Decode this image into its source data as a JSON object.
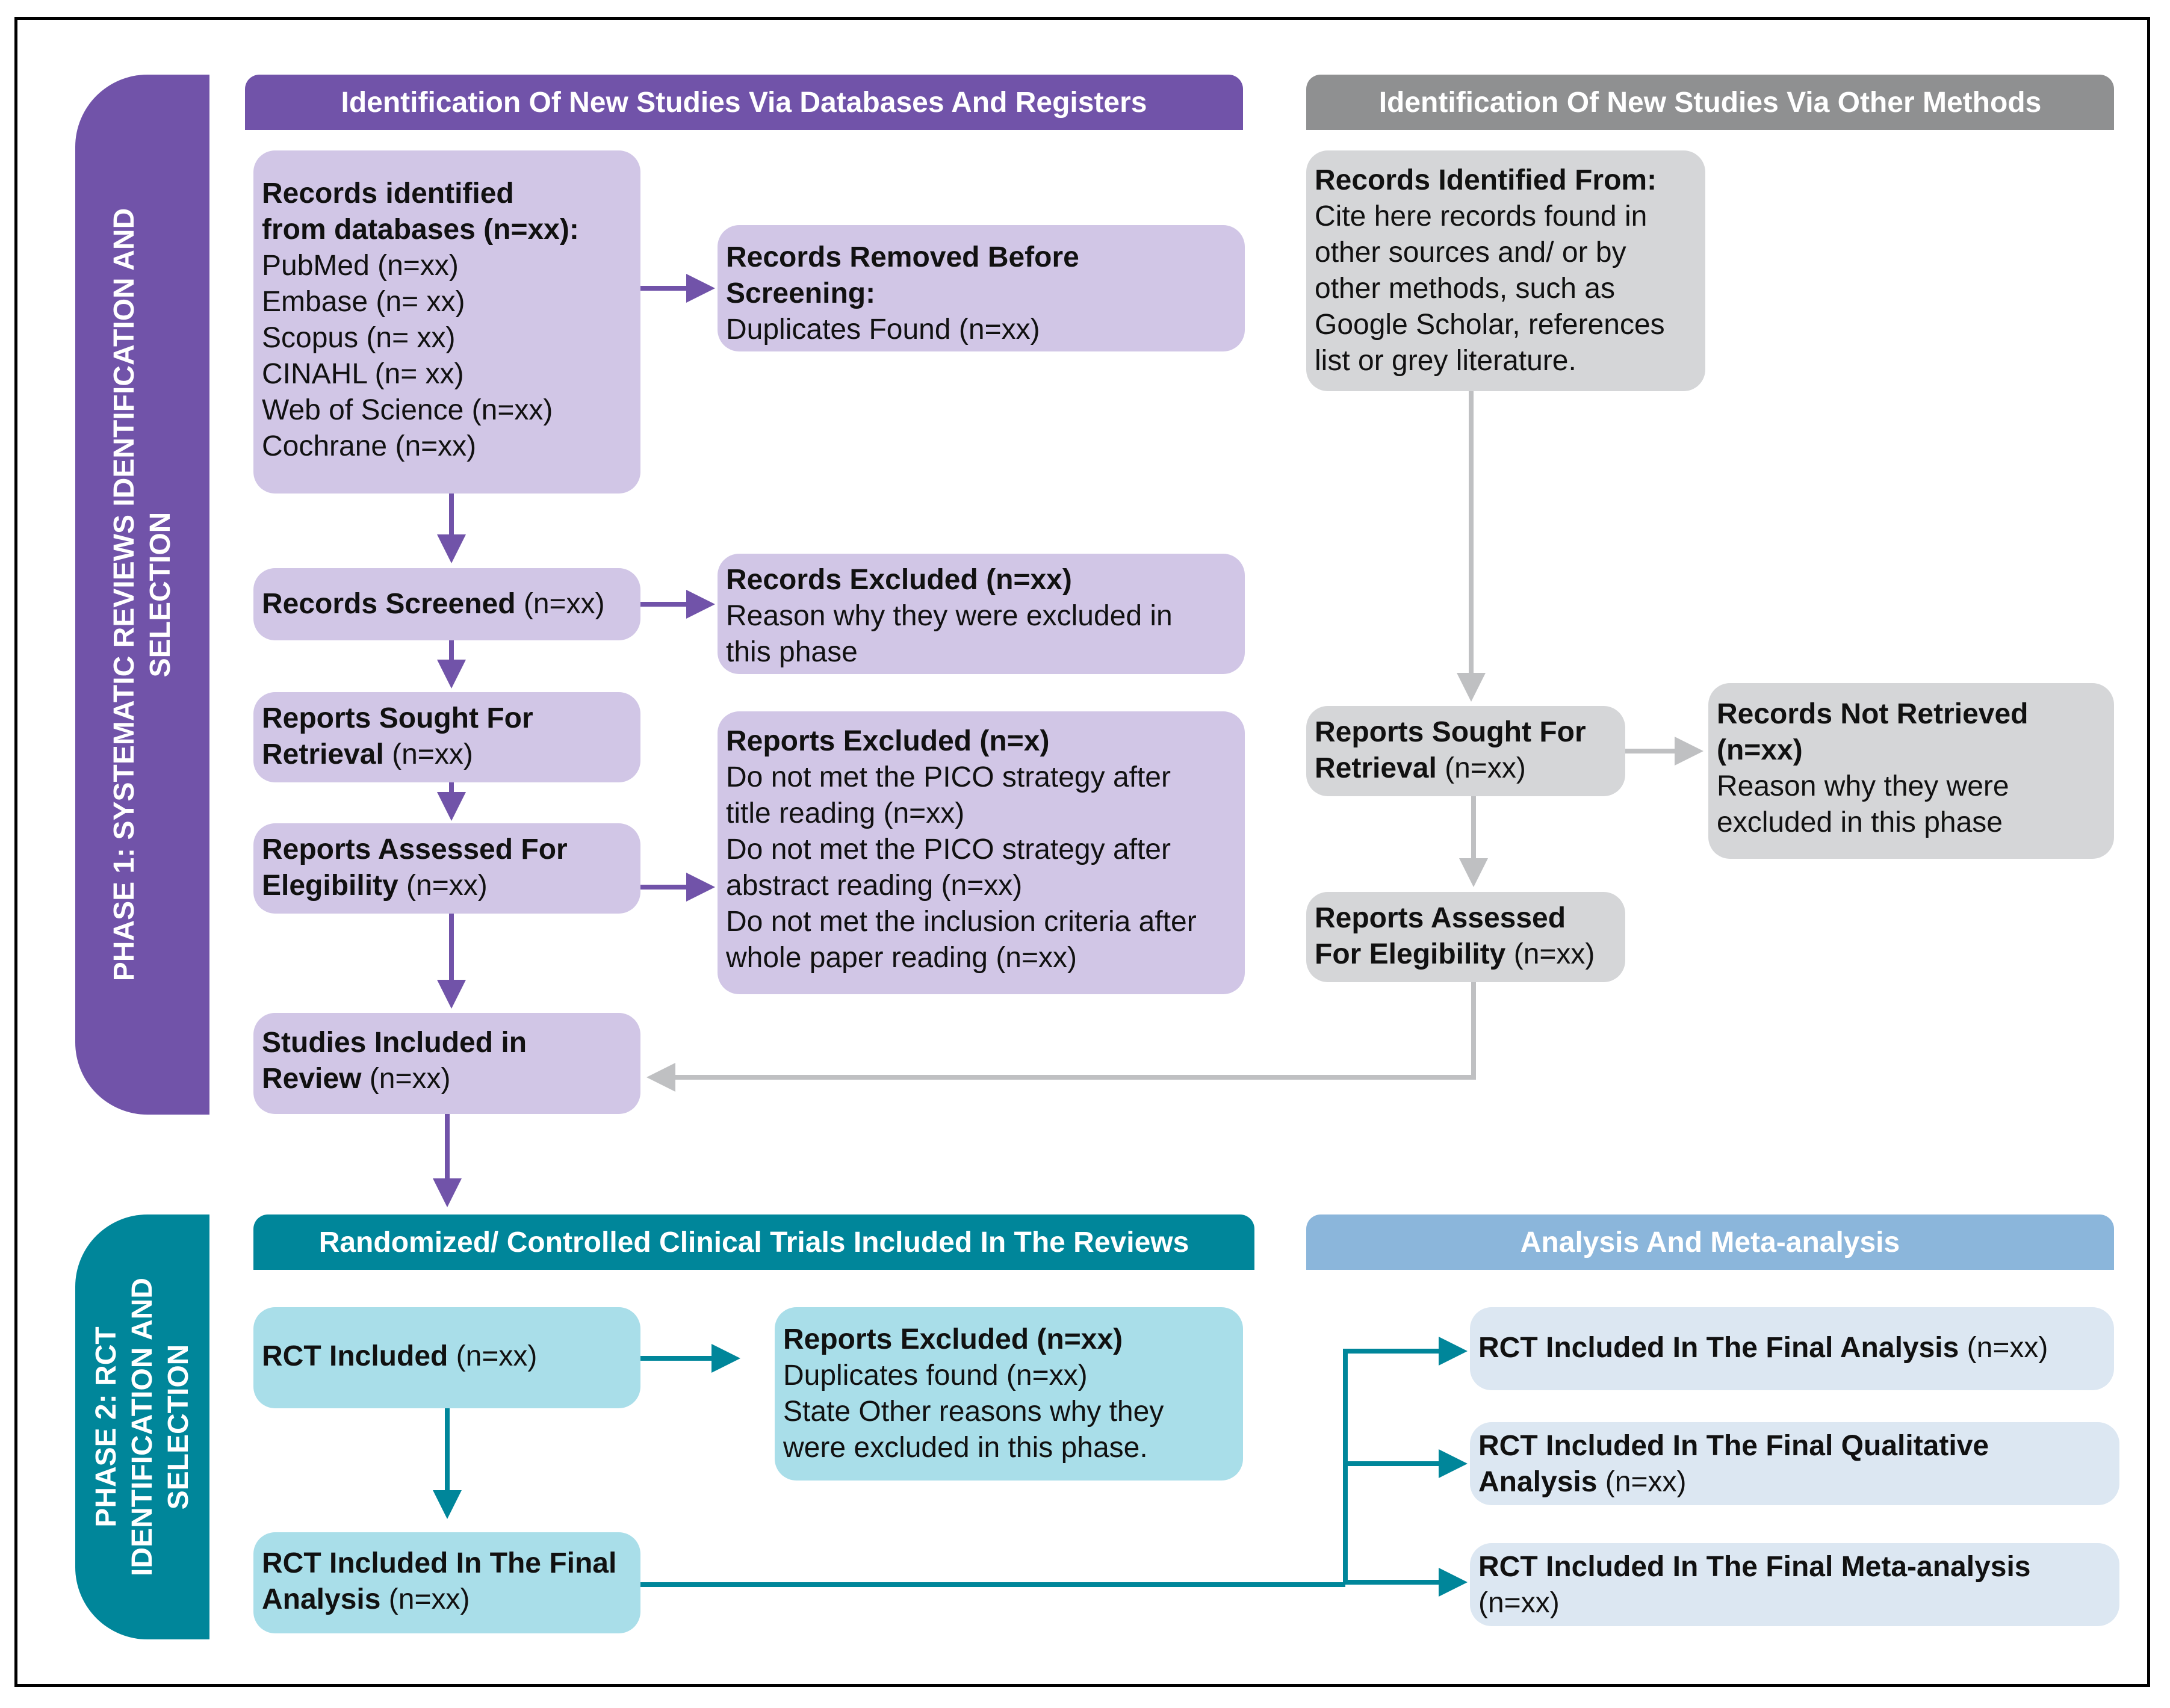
{
  "sidebar": {
    "phase1": [
      "PHASE 1: SYSTEMATIC REVIEWS IDENTIFICATION AND",
      "SELECTION"
    ],
    "phase2": [
      "PHASE 2: RCT",
      "IDENTIFICATION AND",
      "SELECTION"
    ]
  },
  "headers": {
    "databases": "Identification Of New Studies Via Databases And Registers",
    "other_methods": "Identification Of New Studies Via Other Methods",
    "rct_trials": "Randomized/ Controlled Clinical Trials Included In The Reviews",
    "analysis": "Analysis And Meta-analysis"
  },
  "boxes": {
    "records_identified": {
      "title_lines": [
        "Records identified",
        "from databases (n=xx):"
      ],
      "lines": [
        "PubMed (n=xx)",
        "Embase (n= xx)",
        "Scopus (n= xx)",
        "CINAHL (n= xx)",
        "Web of Science (n=xx)",
        "Cochrane (n=xx)"
      ]
    },
    "records_removed": {
      "title_lines": [
        "Records Removed Before",
        "Screening:"
      ],
      "lines": [
        "Duplicates Found (n=xx)"
      ]
    },
    "records_screened": {
      "title": "Records Screened",
      "count": " (n=xx)"
    },
    "records_excluded": {
      "title": "Records Excluded (n=xx)",
      "lines": [
        "Reason why they were excluded in",
        "this phase"
      ]
    },
    "reports_sought": {
      "title_line": "Reports Sought For",
      "title_tail": "Retrieval",
      "count": " (n=xx)"
    },
    "reports_excluded": {
      "title": "Reports Excluded (n=x)",
      "lines": [
        "Do not met the PICO strategy after",
        "title reading (n=xx)",
        "Do not met the PICO strategy after",
        "abstract reading (n=xx)",
        "Do not met the inclusion criteria after",
        "whole paper reading (n=xx)"
      ]
    },
    "reports_assessed": {
      "title_line": "Reports Assessed For",
      "title_tail": "Elegibility",
      "count": " (n=xx)"
    },
    "studies_included": {
      "title_line": "Studies Included in",
      "title_tail": "Review",
      "count": " (n=xx)"
    },
    "other_records": {
      "title": "Records Identified From:",
      "lines": [
        "Cite here records found in",
        "other sources and/ or by",
        "other methods, such as",
        "Google Scholar, references",
        "list or grey literature."
      ]
    },
    "other_sought": {
      "title_line": "Reports Sought For",
      "title_tail": "Retrieval",
      "count": " (n=xx)"
    },
    "not_retrieved": {
      "title_lines": [
        "Records Not Retrieved",
        "(n=xx)"
      ],
      "lines": [
        "Reason why they were",
        "excluded in this phase"
      ]
    },
    "other_assessed": {
      "title_line": "Reports Assessed",
      "title_tail": "For Elegibility",
      "count": " (n=xx)"
    },
    "rct_included": {
      "title": "RCT Included",
      "count": " (n=xx)"
    },
    "rct_excluded": {
      "title": "Reports Excluded (n=xx)",
      "lines": [
        "Duplicates found (n=xx)",
        "State Other reasons why they",
        "were excluded in this phase."
      ]
    },
    "rct_final": {
      "title_line": "RCT Included In The Final",
      "title_tail": "Analysis",
      "count": " (n=xx)"
    },
    "final_analysis": {
      "title": "RCT Included In The Final Analysis",
      "count": " (n=xx)"
    },
    "final_qualitative": {
      "title_line": "RCT Included In The Final Qualitative",
      "title_tail": "Analysis",
      "count": " (n=xx)"
    },
    "final_meta": {
      "title_line": "RCT Included In The Final Meta-analysis",
      "count_line": "(n=xx)"
    }
  },
  "colors": {
    "purple": "#7153a9",
    "purple_light": "#d1c6e6",
    "gray": "#8f9091",
    "gray_light": "#d5d6d8",
    "gray_arrow": "#bfc0c2",
    "teal": "#00869a",
    "teal_light": "#a9dee9",
    "blue_header": "#8bb6db",
    "blue_light": "#dce7f2"
  }
}
